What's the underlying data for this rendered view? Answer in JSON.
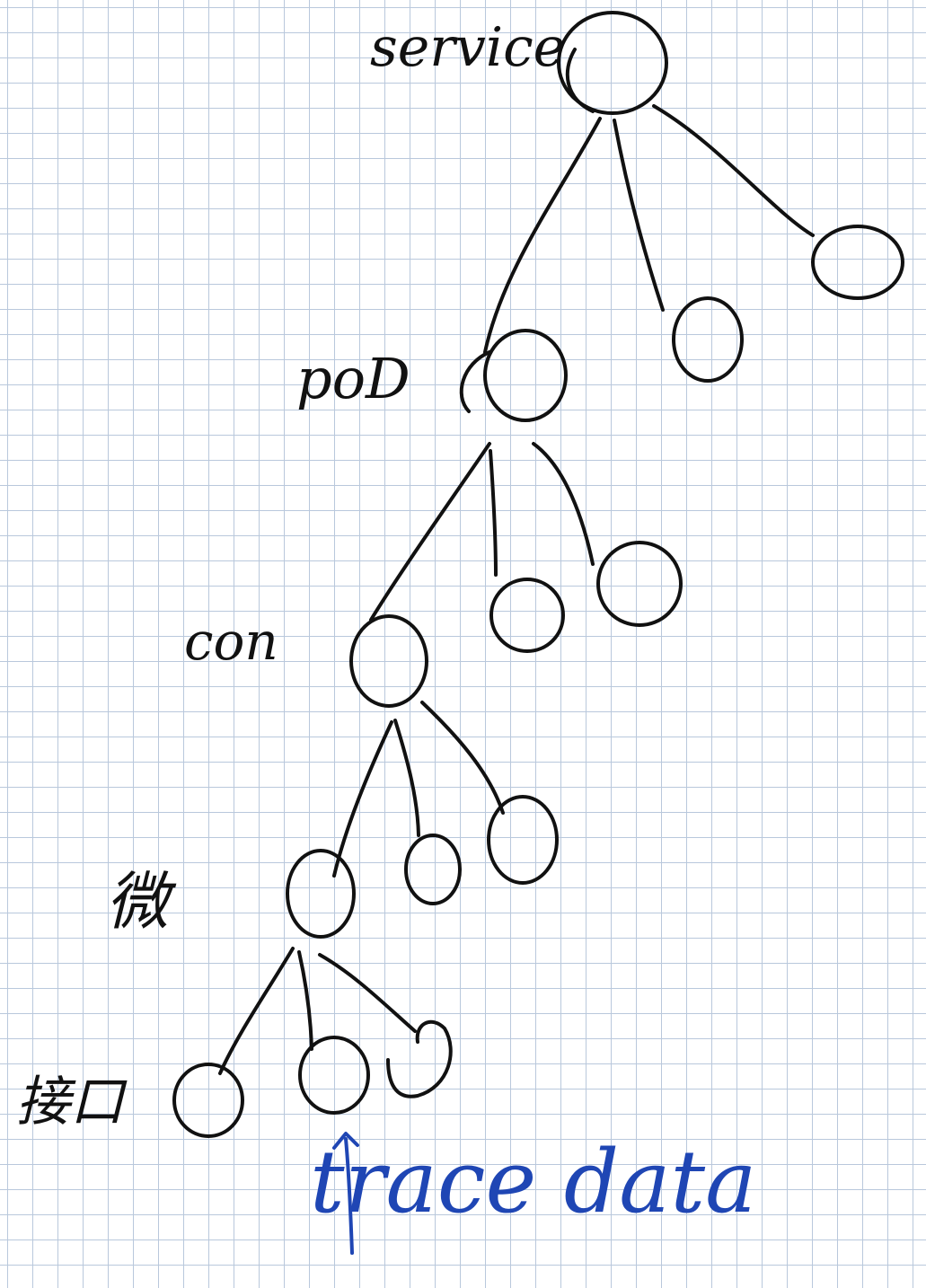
{
  "levels": {
    "service": "service",
    "pod": "poD",
    "container": "con",
    "micro": "微",
    "interface": "接口"
  },
  "annotation": "trace data",
  "colors": {
    "ink": "#111111",
    "annotation": "#1f46b4",
    "grid": "#b9c8dc"
  }
}
